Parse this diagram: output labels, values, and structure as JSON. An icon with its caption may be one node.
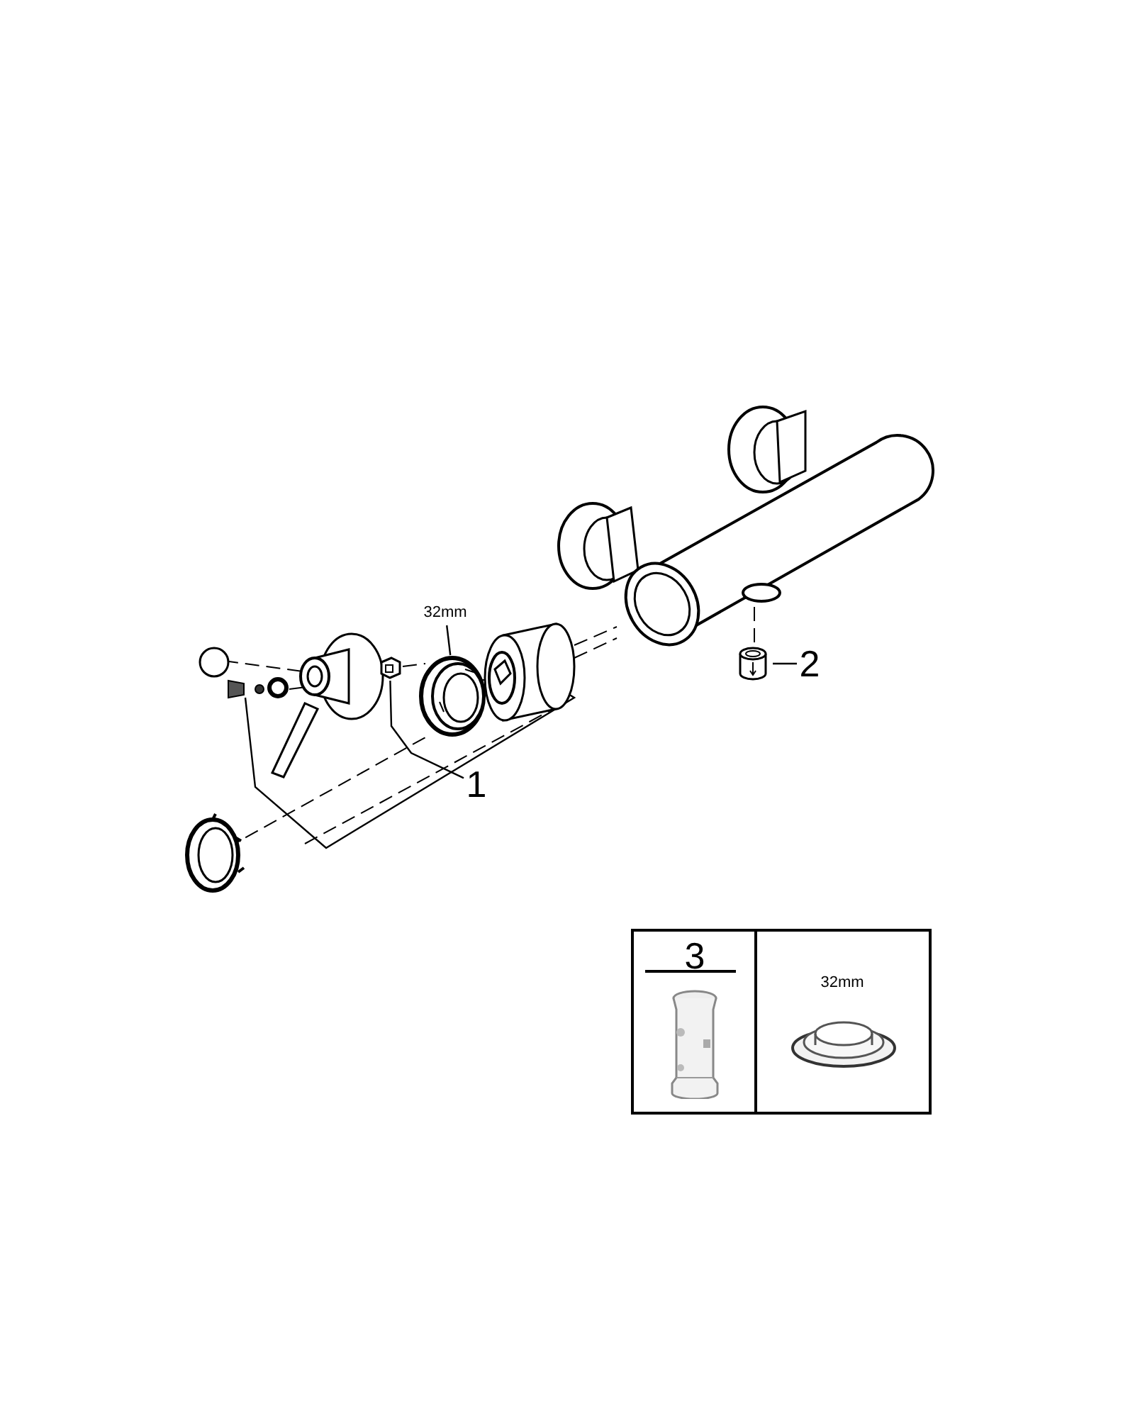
{
  "diagram": {
    "nodes": [
      {
        "text": [
          "32mm"
        ]
      },
      {
        "text": [],
        "shape": "picture"
      },
      {
        "text": [
          "1"
        ]
      },
      {
        "text": [],
        "shape": "picture"
      },
      {
        "text": [
          "2"
        ]
      },
      {
        "text": [],
        "shape": "picture"
      },
      {
        "text": [],
        "shape": "box"
      },
      {
        "text": [
          "3"
        ],
        "in": 6
      },
      {
        "text": [
          "32mm"
        ],
        "in": 6
      }
    ],
    "edges": [
      {
        "from": 0,
        "to": 1,
        "arrow": "none"
      },
      {
        "from": 2,
        "to": 3,
        "arrow": "none"
      },
      {
        "from": 4,
        "to": 5,
        "arrow": "none"
      }
    ]
  }
}
